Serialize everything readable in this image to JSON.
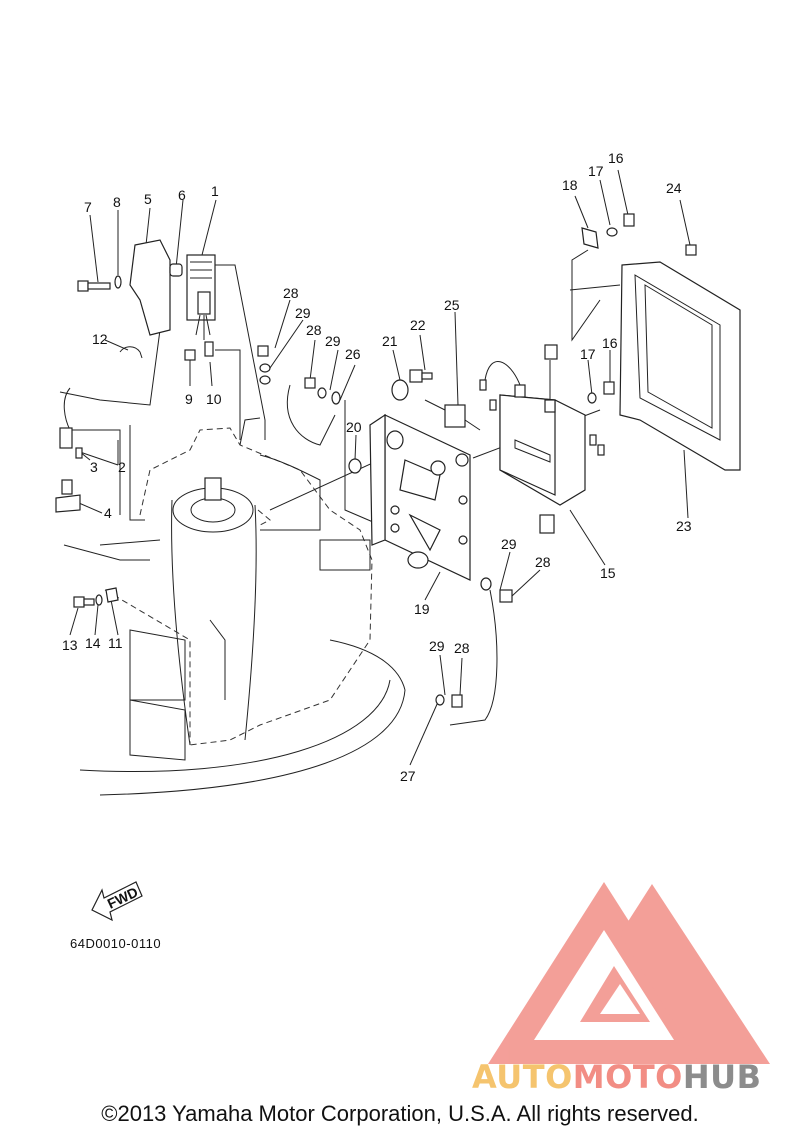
{
  "diagram_code": "64D0010-0110",
  "copyright": "©2013 Yamaha Motor Corporation, U.S.A. All rights reserved.",
  "fwd_label": "FWD",
  "watermark": {
    "part1": "AUTO",
    "part2": "MOTO",
    "part3": "HUB"
  },
  "colors": {
    "logo_red": "#f39a93",
    "logo_orange": "#f5c46e",
    "logo_gray": "#8c8c8c",
    "line": "#222222"
  },
  "callouts": [
    {
      "id": "c1",
      "text": "1"
    },
    {
      "id": "c2",
      "text": "2"
    },
    {
      "id": "c3",
      "text": "3"
    },
    {
      "id": "c4",
      "text": "4"
    },
    {
      "id": "c5",
      "text": "5"
    },
    {
      "id": "c6",
      "text": "6"
    },
    {
      "id": "c7",
      "text": "7"
    },
    {
      "id": "c8",
      "text": "8"
    },
    {
      "id": "c9",
      "text": "9"
    },
    {
      "id": "c10",
      "text": "10"
    },
    {
      "id": "c11",
      "text": "11"
    },
    {
      "id": "c12",
      "text": "12"
    },
    {
      "id": "c13",
      "text": "13"
    },
    {
      "id": "c14",
      "text": "14"
    },
    {
      "id": "c15",
      "text": "15"
    },
    {
      "id": "c16a",
      "text": "16"
    },
    {
      "id": "c16b",
      "text": "16"
    },
    {
      "id": "c17a",
      "text": "17"
    },
    {
      "id": "c17b",
      "text": "17"
    },
    {
      "id": "c18",
      "text": "18"
    },
    {
      "id": "c19",
      "text": "19"
    },
    {
      "id": "c20",
      "text": "20"
    },
    {
      "id": "c21",
      "text": "21"
    },
    {
      "id": "c22",
      "text": "22"
    },
    {
      "id": "c23",
      "text": "23"
    },
    {
      "id": "c24",
      "text": "24"
    },
    {
      "id": "c25",
      "text": "25"
    },
    {
      "id": "c26",
      "text": "26"
    },
    {
      "id": "c27",
      "text": "27"
    },
    {
      "id": "c28a",
      "text": "28"
    },
    {
      "id": "c28b",
      "text": "28"
    },
    {
      "id": "c28c",
      "text": "28"
    },
    {
      "id": "c28d",
      "text": "28"
    },
    {
      "id": "c29a",
      "text": "29"
    },
    {
      "id": "c29b",
      "text": "29"
    },
    {
      "id": "c29c",
      "text": "29"
    },
    {
      "id": "c29d",
      "text": "29"
    }
  ]
}
